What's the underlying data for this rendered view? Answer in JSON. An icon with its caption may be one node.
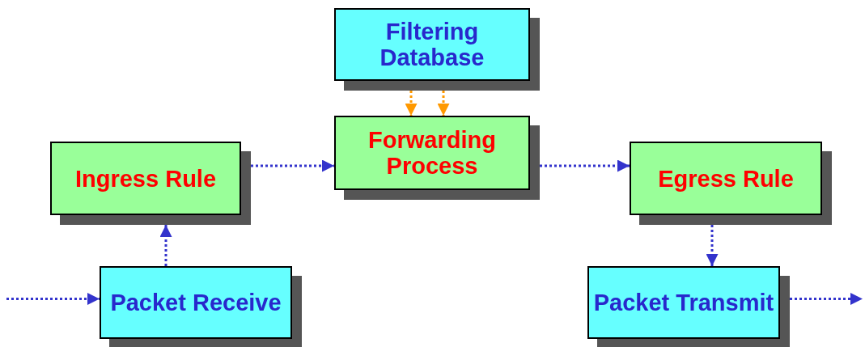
{
  "diagram": {
    "nodes": [
      {
        "text": [
          "Filtering Database"
        ]
      },
      {
        "text": [
          "Forwarding Process"
        ]
      },
      {
        "text": [
          "Ingress Rule"
        ]
      },
      {
        "text": [
          "Egress Rule"
        ]
      },
      {
        "text": [
          "Packet Receive"
        ]
      },
      {
        "text": [
          "Packet Transmit"
        ]
      }
    ],
    "edges": [
      {
        "from": null,
        "to": 4,
        "arrow": "to"
      },
      {
        "from": 4,
        "to": 2,
        "arrow": "to"
      },
      {
        "from": 2,
        "to": 1,
        "arrow": "to"
      },
      {
        "from": 0,
        "to": 1,
        "arrow": "to",
        "color": "#ff9900"
      },
      {
        "from": 0,
        "to": 1,
        "arrow": "to",
        "color": "#ff9900"
      },
      {
        "from": 1,
        "to": 3,
        "arrow": "to"
      },
      {
        "from": 3,
        "to": 5,
        "arrow": "to"
      },
      {
        "from": 5,
        "to": null,
        "arrow": "to"
      }
    ]
  }
}
